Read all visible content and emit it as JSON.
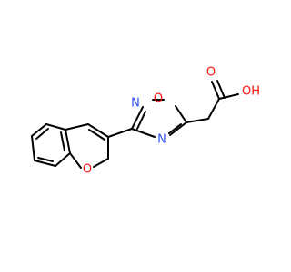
{
  "molecule": {
    "atoms": {
      "oxadiazole_o": {
        "label": "O",
        "color": "#ff0d0d"
      },
      "oxadiazole_n2": {
        "label": "N",
        "color": "#3050f8"
      },
      "oxadiazole_n4": {
        "label": "N",
        "color": "#3050f8"
      },
      "chromene_o": {
        "label": "O",
        "color": "#ff0d0d"
      },
      "carbonyl_o": {
        "label": "O",
        "color": "#ff0d0d"
      },
      "hydroxyl": {
        "label": "OH",
        "color": "#ff0d0d"
      }
    }
  }
}
